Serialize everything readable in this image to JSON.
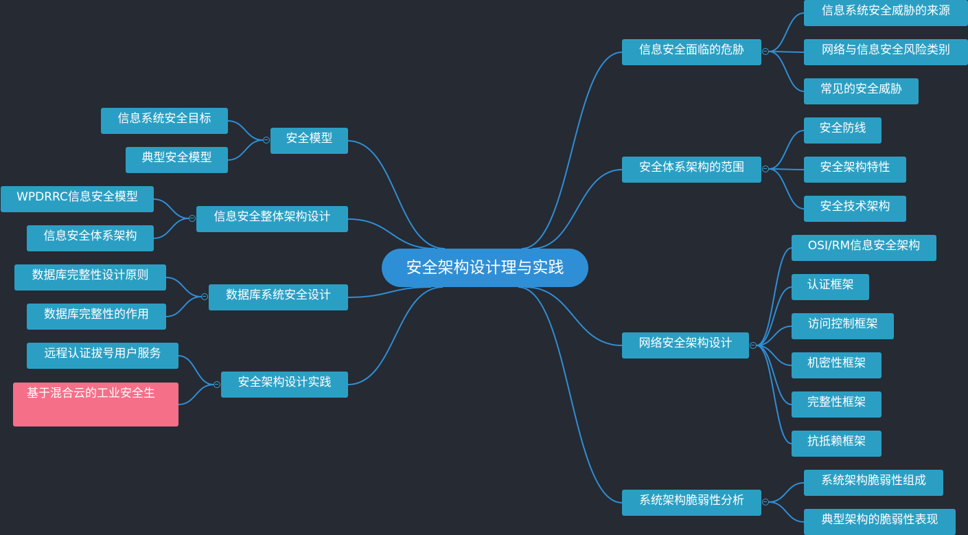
{
  "mindmap": {
    "root": "安全架构设计理与实践",
    "branches": [
      {
        "label": "信息安全面临的危胁",
        "children": [
          "信息系统安全威胁的来源",
          "网络与信息安全风险类别",
          "常见的安全威胁"
        ]
      },
      {
        "label": "安全体系架构的范围",
        "children": [
          "安全防线",
          "安全架构特性",
          "安全技术架构"
        ]
      },
      {
        "label": "网络安全架构设计",
        "children": [
          "OSI/RM信息安全架构",
          "认证框架",
          "访问控制框架",
          "机密性框架",
          "完整性框架",
          "抗抵赖框架"
        ]
      },
      {
        "label": "系统架构脆弱性分析",
        "children": [
          "系统架构脆弱性组成",
          "典型架构的脆弱性表现"
        ]
      },
      {
        "label": "安全模型",
        "children": [
          "信息系统安全目标",
          "典型安全模型"
        ]
      },
      {
        "label": "信息安全整体架构设计",
        "children": [
          "WPDRRC信息安全模型",
          "信息安全体系架构"
        ]
      },
      {
        "label": "数据库系统安全设计",
        "children": [
          "数据库完整性设计原则",
          "数据库完整性的作用"
        ]
      },
      {
        "label": "安全架构设计实践",
        "children": [
          "远程认证拔号用户服务",
          "基于混合云的工业安全生"
        ]
      }
    ]
  }
}
